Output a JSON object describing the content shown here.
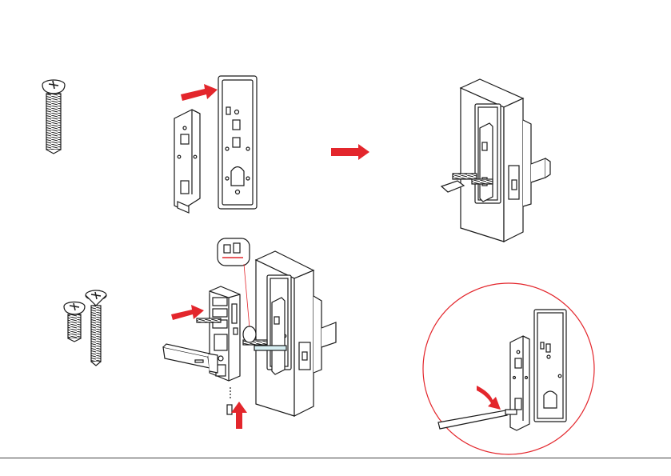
{
  "diagram": {
    "kind": "installation-instructions",
    "steps": [
      {
        "name": "step-1",
        "parts": [
          "pan-head-screw"
        ]
      },
      {
        "name": "step-2",
        "parts": [
          "mounting-plate",
          "back-plate"
        ]
      },
      {
        "name": "step-3",
        "parts": [
          "installed-assembly-on-door"
        ]
      },
      {
        "name": "step-4",
        "parts": [
          "pan-head-screw",
          "long-screw",
          "inside-lock-with-handle",
          "door"
        ]
      },
      {
        "name": "step-5",
        "parts": [
          "screwdriver-detail"
        ]
      }
    ]
  },
  "colors": {
    "accent": "#e3262c",
    "line": "#1a1a1a",
    "fill": "#ffffff",
    "rule": "#444444"
  },
  "icons": {
    "flow_arrow": "red-arrow-icon",
    "rotate_arrow": "curved-arrow-icon",
    "screw": "screw-icon"
  }
}
